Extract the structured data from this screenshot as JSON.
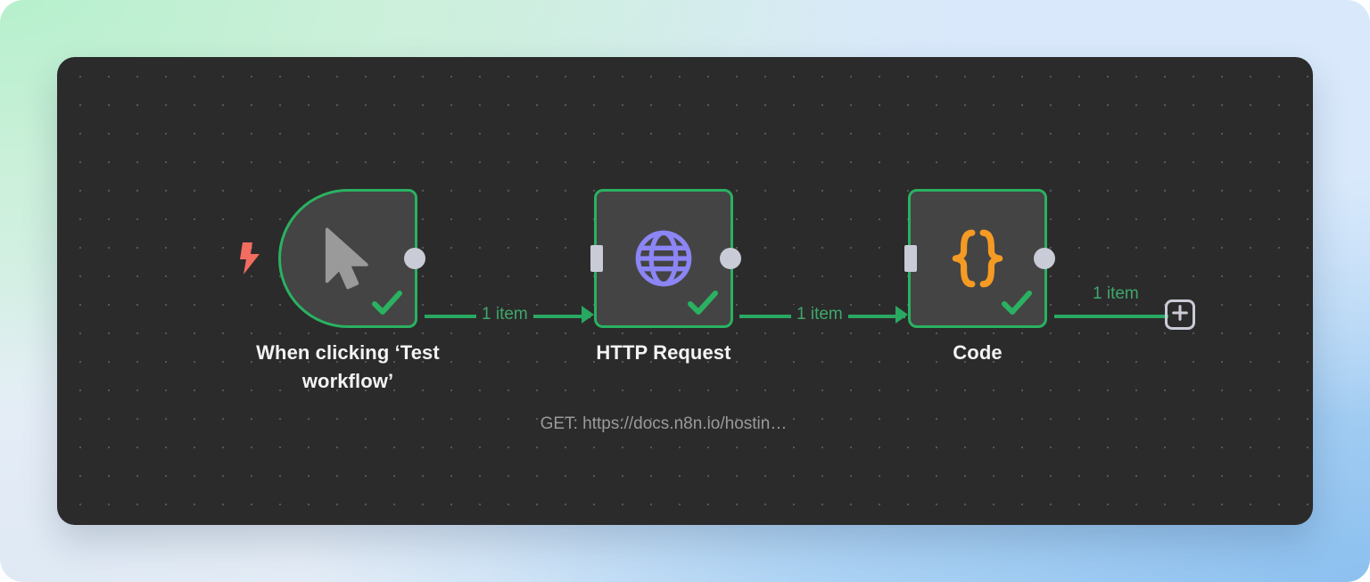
{
  "canvas": {
    "background_color": "#2b2b2b",
    "grid_dot_color": "#565656"
  },
  "theme": {
    "accent_green": "#2ab161",
    "connection_green": "#29a862",
    "label_green": "#3fa76b",
    "node_fill": "#444444",
    "endpoint_grey": "#c9ccd6",
    "trigger_bolt_color": "#f26d5f",
    "globe_icon_color": "#8b85f5",
    "code_icon_color": "#f59a23",
    "cursor_icon_color": "#9a9a9a",
    "title_color": "#f3f3f3",
    "subtitle_color": "#9a9a9a"
  },
  "nodes": [
    {
      "id": "trigger",
      "icon": "cursor-pointer-icon",
      "title": "When clicking ‘Test\nworkflow’",
      "subtitle": "",
      "status": "success",
      "status_icon": "check-icon",
      "has_trigger_bolt": true,
      "bolt_icon": "lightning-bolt-icon",
      "shape": "trigger"
    },
    {
      "id": "http-request",
      "icon": "globe-icon",
      "title": "HTTP Request",
      "subtitle": "GET: https://docs.n8n.io/hostin…",
      "status": "success",
      "status_icon": "check-icon",
      "has_trigger_bolt": false,
      "shape": "rect"
    },
    {
      "id": "code",
      "icon": "curly-braces-icon",
      "title": "Code",
      "subtitle": "",
      "status": "success",
      "status_icon": "check-icon",
      "has_trigger_bolt": false,
      "shape": "rect"
    }
  ],
  "connections": [
    {
      "id": "conn-trigger-http",
      "label": "1 item",
      "from": "trigger",
      "to": "http-request"
    },
    {
      "id": "conn-http-code",
      "label": "1 item",
      "from": "http-request",
      "to": "code"
    },
    {
      "id": "conn-code-add",
      "label": "1 item",
      "from": "code",
      "to": "add-node-button"
    }
  ],
  "add_node_button": {
    "icon": "plus-icon",
    "label": "+"
  }
}
